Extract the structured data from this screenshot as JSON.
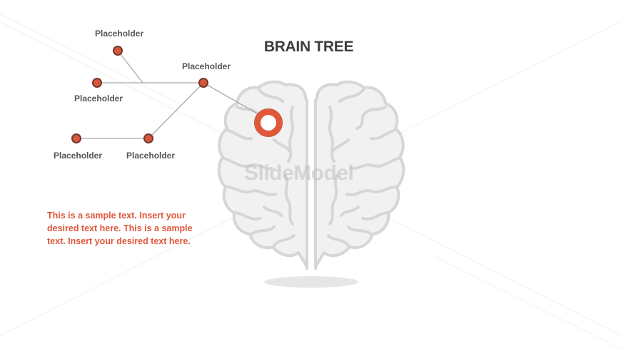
{
  "title": "BRAIN TREE",
  "placeholders": [
    "Placeholder",
    "Placeholder",
    "Placeholder",
    "Placeholder",
    "Placeholder"
  ],
  "sample_text": "This is a sample text. Insert your desired text here. This is a sample text. Insert your desired text here.",
  "watermark": "SlideModel",
  "colors": {
    "accent": "#e0573a",
    "node_fill": "#d9553b",
    "node_stroke": "#7a3a2a",
    "connector": "#a9a9a9",
    "brain_fill": "#f1f1f1",
    "brain_stroke": "#d6d6d6",
    "title": "#3d3d3d"
  },
  "icons": [
    "brain-icon",
    "target-ring-icon"
  ]
}
